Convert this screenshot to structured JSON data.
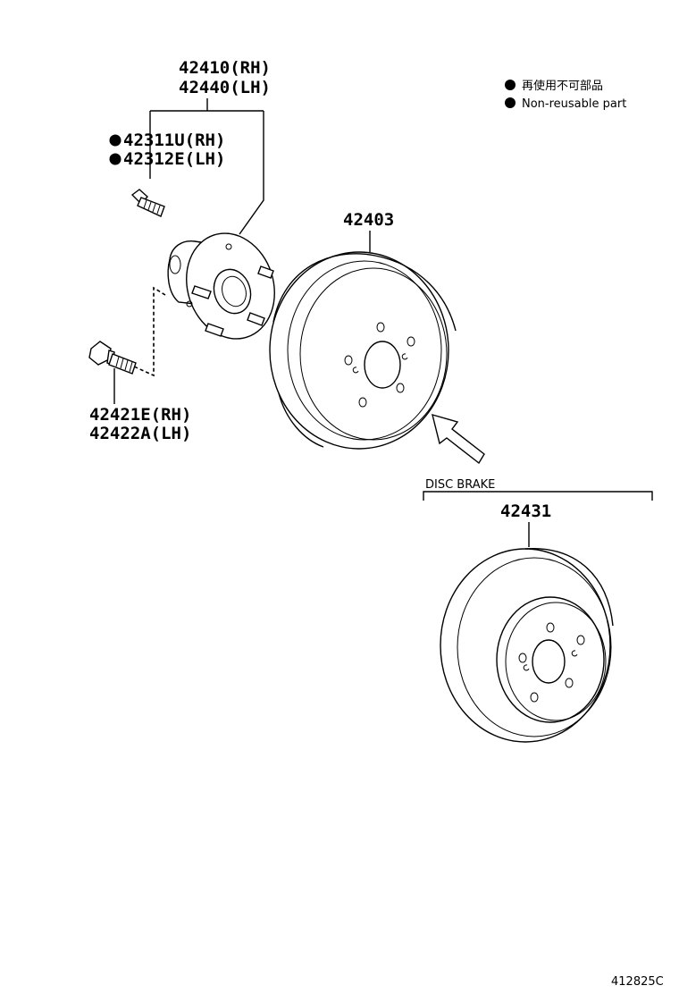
{
  "legend": {
    "jp": "再使用不可部品",
    "en": "Non-reusable part"
  },
  "parts": {
    "hub_rh": "42410(RH)",
    "hub_lh": "42440(LH)",
    "stud_rh": "42311U(RH)",
    "stud_lh": "42312E(LH)",
    "bolt_rh": "42421E(RH)",
    "bolt_lh": "42422A(LH)",
    "drum": "42403",
    "disc": "42431"
  },
  "group_label": "DISC BRAKE",
  "diagram_code": "412825C"
}
